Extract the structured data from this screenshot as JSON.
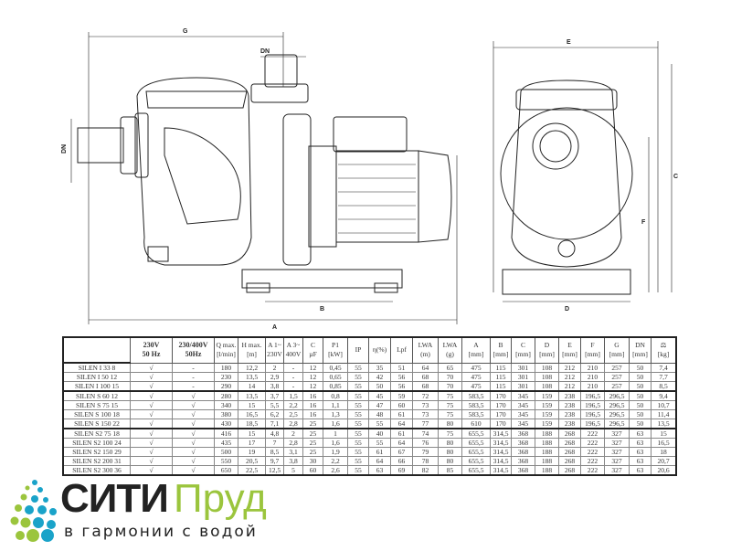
{
  "drawing_labels": {
    "G": "G",
    "DN_top": "DN",
    "DN_side": "DN",
    "B": "B",
    "A": "A",
    "E": "E",
    "C": "C",
    "F": "F",
    "D": "D"
  },
  "table": {
    "headers": [
      [
        "230V",
        "50 Hz"
      ],
      [
        "230/400V",
        "50Hz"
      ],
      [
        "Q max.",
        "[l/min]"
      ],
      [
        "H max.",
        "[m]"
      ],
      [
        "A 1~",
        "230V"
      ],
      [
        "A 3~",
        "400V"
      ],
      [
        "C",
        "µF"
      ],
      [
        "P1",
        "[kW]"
      ],
      [
        "IP",
        ""
      ],
      [
        "η(%)",
        ""
      ],
      [
        "Lpf",
        ""
      ],
      [
        "LWA",
        "(m)"
      ],
      [
        "LWA",
        "(g)"
      ],
      [
        "A",
        "[mm]"
      ],
      [
        "B",
        "[mm]"
      ],
      [
        "C",
        "[mm]"
      ],
      [
        "D",
        "[mm]"
      ],
      [
        "E",
        "[mm]"
      ],
      [
        "F",
        "[mm]"
      ],
      [
        "G",
        "[mm]"
      ],
      [
        "DN",
        "[mm]"
      ],
      [
        "⚖",
        "[kg]"
      ]
    ],
    "rows": [
      [
        "SILEN I 33 8",
        "√",
        "-",
        "180",
        "12,2",
        "2",
        "-",
        "12",
        "0,45",
        "55",
        "35",
        "51",
        "64",
        "65",
        "475",
        "115",
        "301",
        "108",
        "212",
        "210",
        "257",
        "50",
        "7,4"
      ],
      [
        "SILEN I 50 12",
        "√",
        "-",
        "230",
        "13,5",
        "2,9",
        "-",
        "12",
        "0,65",
        "55",
        "42",
        "56",
        "68",
        "70",
        "475",
        "115",
        "301",
        "108",
        "212",
        "210",
        "257",
        "50",
        "7,7"
      ],
      [
        "SILEN I 100 15",
        "√",
        "-",
        "290",
        "14",
        "3,8",
        "-",
        "12",
        "0,85",
        "55",
        "50",
        "56",
        "68",
        "70",
        "475",
        "115",
        "301",
        "108",
        "212",
        "210",
        "257",
        "50",
        "8,5"
      ],
      [
        "SILEN S 60 12",
        "√",
        "√",
        "280",
        "13,5",
        "3,7",
        "1,5",
        "16",
        "0,8",
        "55",
        "45",
        "59",
        "72",
        "75",
        "583,5",
        "170",
        "345",
        "159",
        "238",
        "196,5",
        "296,5",
        "50",
        "9,4"
      ],
      [
        "SILEN S 75 15",
        "√",
        "√",
        "340",
        "15",
        "5,5",
        "2,2",
        "16",
        "1,1",
        "55",
        "47",
        "60",
        "73",
        "75",
        "583,5",
        "170",
        "345",
        "159",
        "238",
        "196,5",
        "296,5",
        "50",
        "10,7"
      ],
      [
        "SILEN S 100 18",
        "√",
        "√",
        "380",
        "16,5",
        "6,2",
        "2,5",
        "16",
        "1,3",
        "55",
        "48",
        "61",
        "73",
        "75",
        "583,5",
        "170",
        "345",
        "159",
        "238",
        "196,5",
        "296,5",
        "50",
        "11,4"
      ],
      [
        "SILEN S 150 22",
        "√",
        "√",
        "430",
        "18,5",
        "7,1",
        "2,8",
        "25",
        "1,6",
        "55",
        "55",
        "64",
        "77",
        "80",
        "610",
        "170",
        "345",
        "159",
        "238",
        "196,5",
        "296,5",
        "50",
        "13,5"
      ],
      [
        "SILEN S2 75 18",
        "√",
        "√",
        "416",
        "15",
        "4,8",
        "2",
        "25",
        "1",
        "55",
        "40",
        "61",
        "74",
        "75",
        "655,5",
        "314,5",
        "368",
        "188",
        "268",
        "222",
        "327",
        "63",
        "15"
      ],
      [
        "SILEN S2 100 24",
        "√",
        "√",
        "435",
        "17",
        "7",
        "2,8",
        "25",
        "1,6",
        "55",
        "55",
        "64",
        "76",
        "80",
        "655,5",
        "314,5",
        "368",
        "188",
        "268",
        "222",
        "327",
        "63",
        "16,5"
      ],
      [
        "SILEN S2 150 29",
        "√",
        "√",
        "500",
        "19",
        "8,5",
        "3,1",
        "25",
        "1,9",
        "55",
        "61",
        "67",
        "79",
        "80",
        "655,5",
        "314,5",
        "368",
        "188",
        "268",
        "222",
        "327",
        "63",
        "18"
      ],
      [
        "SILEN S2 200 31",
        "√",
        "√",
        "550",
        "20,5",
        "9,7",
        "3,8",
        "30",
        "2,2",
        "55",
        "64",
        "66",
        "78",
        "80",
        "655,5",
        "314,5",
        "368",
        "188",
        "268",
        "222",
        "327",
        "63",
        "20,7"
      ],
      [
        "SILEN S2 300 36",
        "√",
        "√",
        "650",
        "22,5",
        "12,5",
        "5",
        "60",
        "2,6",
        "55",
        "63",
        "69",
        "82",
        "85",
        "655,5",
        "314,5",
        "368",
        "188",
        "268",
        "222",
        "327",
        "63",
        "20,6"
      ]
    ]
  },
  "logo": {
    "word1": "СИТИ",
    "word2": "Пруд",
    "tagline": "в гармонии с водой",
    "colors": {
      "green": "#9bc53d",
      "blue": "#1aa3c9"
    }
  }
}
